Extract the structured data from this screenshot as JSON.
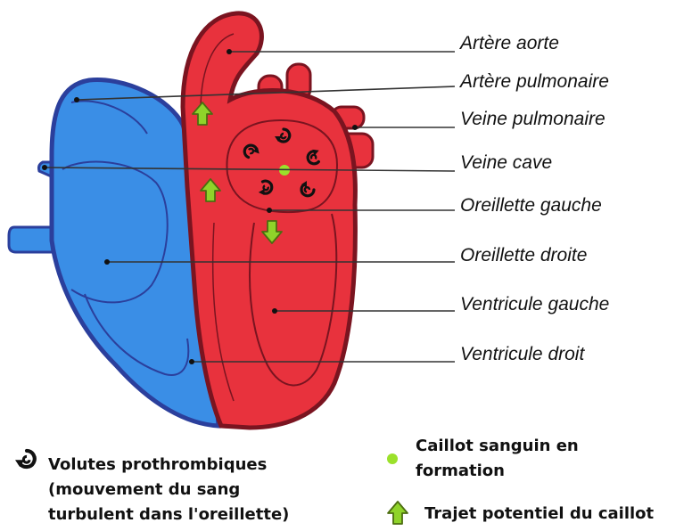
{
  "labels": {
    "aorta": "Artère aorte",
    "pulmonary_artery": "Artère pulmonaire",
    "pulmonary_vein": "Veine pulmonaire",
    "vena_cava": "Veine cave",
    "left_atrium": "Oreillette gauche",
    "right_atrium": "Oreillette droite",
    "left_ventricle": "Ventricule gauche",
    "right_ventricle": "Ventricule droit"
  },
  "legend": {
    "swirls": {
      "line1": "Volutes prothrombiques",
      "line2": "(mouvement du sang",
      "line3": "turbulent dans l'oreillette)"
    },
    "clot": {
      "line1": "Caillot sanguin en",
      "line2": "formation"
    },
    "path": {
      "line1": "Trajet potentiel du caillot"
    }
  },
  "colors": {
    "right_heart": "#3a8ee6",
    "right_heart_outline": "#2b3f9c",
    "left_heart": "#e8323d",
    "left_heart_outline": "#7a1420",
    "clot": "#9be12b",
    "arrow_fill": "#8fd32a",
    "arrow_outline": "#4c6d10"
  },
  "icons": {
    "swirl": "swirl-icon",
    "clot": "clot-dot-icon",
    "arrow": "arrow-up-icon"
  }
}
